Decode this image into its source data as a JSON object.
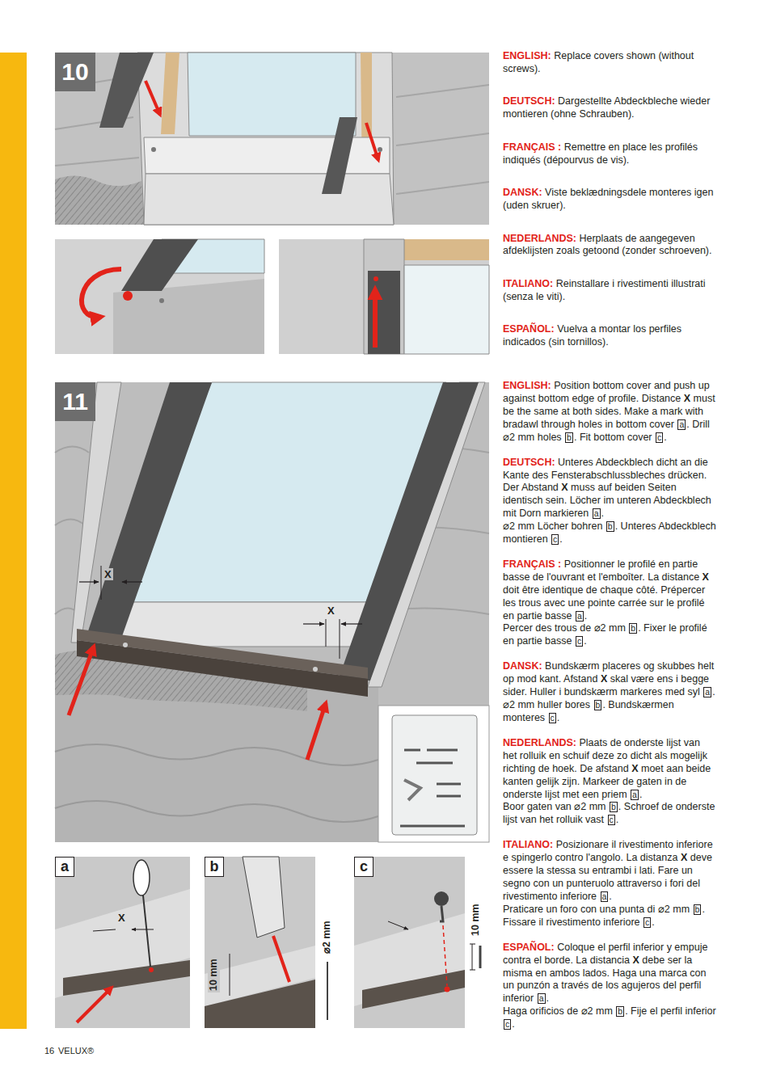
{
  "diagram": {
    "nodes": [
      {
        "text": [
          "10"
        ]
      },
      {
        "text": [
          "11"
        ]
      },
      {
        "text": [
          "a"
        ]
      },
      {
        "text": [
          "b"
        ]
      },
      {
        "text": [
          "c"
        ]
      }
    ],
    "labels": [
      "ENGLISH:",
      "Replace covers shown (without screws).",
      "DEUTSCH:",
      "Dargestellte Abdeckbleche wieder montieren (ohne Schrauben).",
      "FRANÇAIS :",
      "Remettre en place les profilés indiqués (dépourvus de vis).",
      "DANSK:",
      "Viste beklædningsdele monteres igen (uden skruer).",
      "NEDERLANDS:",
      "Herplaats de aangegeven afdeklijsten zoals getoond (zonder schroeven).",
      "ITALIANO:",
      "Reinstallare i rivestimenti illustrati (senza le viti).",
      "ESPAÑOL:",
      "Vuelva a montar los perfiles indicados (sin tornillos).",
      "ENGLISH:",
      "Position bottom cover and push up against bottom edge of profile. Distance",
      "X",
      "must be the same at both sides. Make a mark with bradawl through holes in bottom cover",
      "a",
      ". Drill ⌀2 mm holes",
      "b",
      ". Fit bottom cover",
      "c",
      ".",
      "DEUTSCH:",
      "Unteres Abdeckblech dicht an die Kante des Fensterabschlussbleches drücken. Der Abstand",
      "X",
      "muss auf beiden Seiten identisch sein. Löcher im unteren Abdeckblech mit Dorn markieren",
      "a",
      ".",
      "⌀2 mm Löcher bohren",
      "b",
      ". Unteres Abdeckblech montieren",
      "c",
      ".",
      "FRANÇAIS :",
      "Positionner le profilé en partie basse de l'ouvrant et l'emboîter. La distance",
      "X",
      "doit être identique de chaque côté. Prépercer les trous avec une pointe carrée sur le profilé en partie basse",
      "a",
      ".",
      "Percer des trous de ⌀2 mm",
      "b",
      ". Fixer le profilé en partie basse",
      "c",
      ".",
      "DANSK:",
      "Bundskærm placeres og skubbes helt op mod kant. Afstand",
      "X",
      "skal være ens i begge sider. Huller i bundskærm markeres med syl",
      "a",
      ".",
      "⌀2 mm huller bores",
      "b",
      ". Bundskærmen monteres",
      "c",
      ".",
      "NEDERLANDS:",
      "Plaats de onderste lijst van het rolluik en schuif deze zo dicht als mogelijk richting de hoek. De afstand",
      "X",
      "moet aan beide kanten gelijk zijn. Markeer de gaten in de onderste lijst met een priem",
      "a",
      ".",
      "Boor gaten van ⌀2 mm",
      "b",
      ". Schroef de onderste lijst van het rolluik vast",
      "c",
      ".",
      "ITALIANO:",
      "Posizionare il rivestimento inferiore e spingerlo contro l'angolo. La distanza",
      "X",
      "deve essere la stessa su entrambi i lati. Fare un segno con un punteruolo attraverso i fori del rivestimento inferiore",
      "a",
      ".",
      "Praticare un foro con una punta di ⌀2 mm",
      "b",
      ". Fissare il rivestimento inferiore",
      "c",
      ".",
      "ESPAÑOL:",
      "Coloque el perfil inferior y empuje contra el borde. La distancia",
      "X",
      "debe ser la misma en ambos lados. Haga una marca con un punzón a través de los agujeros del perfil inferior",
      "a",
      ".",
      "Haga orificios de ⌀2 mm",
      "b",
      ". Fije el perfil inferior",
      "c",
      ".",
      "X",
      "X",
      "X",
      "10 mm",
      "⌀2 mm",
      "10 mm",
      "16",
      "VELUX®"
    ]
  }
}
